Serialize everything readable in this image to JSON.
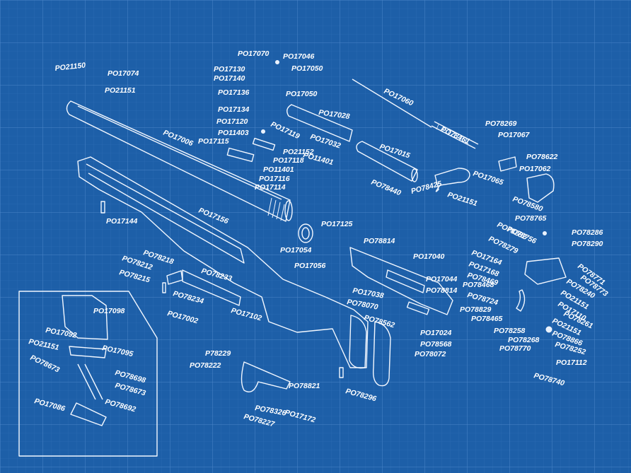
{
  "diagram": {
    "background_color": "#1d5fa8",
    "grid_color": "#3f7fc4",
    "line_color": "#ffffff",
    "labels": [
      {
        "id": "l1",
        "text": "PO17074"
      },
      {
        "id": "l2",
        "text": "PO21150"
      },
      {
        "id": "l3",
        "text": "PO21151"
      },
      {
        "id": "l4",
        "text": "PO17046"
      },
      {
        "id": "l5",
        "text": "PO17070"
      },
      {
        "id": "l6",
        "text": "PO17050"
      },
      {
        "id": "l7",
        "text": "PO17130"
      },
      {
        "id": "l8",
        "text": "PO17140"
      },
      {
        "id": "l9",
        "text": "PO17136"
      },
      {
        "id": "l10",
        "text": "PO17050"
      },
      {
        "id": "l11",
        "text": "PO17134"
      },
      {
        "id": "l12",
        "text": "PO17028"
      },
      {
        "id": "l13",
        "text": "PO17120"
      },
      {
        "id": "l14",
        "text": "PO17119"
      },
      {
        "id": "l15",
        "text": "PO11403"
      },
      {
        "id": "l16",
        "text": "PO17032"
      },
      {
        "id": "l17",
        "text": "PO17006"
      },
      {
        "id": "l18",
        "text": "PO17115"
      },
      {
        "id": "l19",
        "text": "PO11401"
      },
      {
        "id": "l20",
        "text": "PO21152"
      },
      {
        "id": "l21",
        "text": "PO17118"
      },
      {
        "id": "l22",
        "text": "PO11401"
      },
      {
        "id": "l23",
        "text": "PO17116"
      },
      {
        "id": "l24",
        "text": "PO17114"
      },
      {
        "id": "l25",
        "text": "PO17060"
      },
      {
        "id": "l26",
        "text": "PO78269"
      },
      {
        "id": "l27",
        "text": "PO78461"
      },
      {
        "id": "l28",
        "text": "PO17067"
      },
      {
        "id": "l29",
        "text": "PO17015"
      },
      {
        "id": "l30",
        "text": "PO78622"
      },
      {
        "id": "l31",
        "text": "PO17062"
      },
      {
        "id": "l32",
        "text": "PO17065"
      },
      {
        "id": "l33",
        "text": "PO78440"
      },
      {
        "id": "l34",
        "text": "PO78425"
      },
      {
        "id": "l35",
        "text": "PO21151"
      },
      {
        "id": "l36",
        "text": "PO78580"
      },
      {
        "id": "l37",
        "text": "PO17144"
      },
      {
        "id": "l38",
        "text": "PO17156"
      },
      {
        "id": "l39",
        "text": "PO17125"
      },
      {
        "id": "l40",
        "text": "PO17054"
      },
      {
        "id": "l41",
        "text": "PO17056"
      },
      {
        "id": "l42",
        "text": "PO78814"
      },
      {
        "id": "l43",
        "text": "PO78218"
      },
      {
        "id": "l44",
        "text": "PO78212"
      },
      {
        "id": "l45",
        "text": "PO78233"
      },
      {
        "id": "l46",
        "text": "PO78215"
      },
      {
        "id": "l47",
        "text": "PO78234"
      },
      {
        "id": "l48",
        "text": "PO17002"
      },
      {
        "id": "l49",
        "text": "PO17102"
      },
      {
        "id": "l50",
        "text": "PO17040"
      },
      {
        "id": "l51",
        "text": "PO17044"
      },
      {
        "id": "l52",
        "text": "PO78814"
      },
      {
        "id": "l53",
        "text": "PO17038"
      },
      {
        "id": "l54",
        "text": "PO78070"
      },
      {
        "id": "l55",
        "text": "PO78562"
      },
      {
        "id": "l56",
        "text": "PO17024"
      },
      {
        "id": "l57",
        "text": "PO78568"
      },
      {
        "id": "l58",
        "text": "PO78072"
      },
      {
        "id": "l59",
        "text": "PO78765"
      },
      {
        "id": "l60",
        "text": "PO78756"
      },
      {
        "id": "l61",
        "text": "PO78282"
      },
      {
        "id": "l62",
        "text": "PO78286"
      },
      {
        "id": "l63",
        "text": "PO78290"
      },
      {
        "id": "l64",
        "text": "PO17164"
      },
      {
        "id": "l65",
        "text": "PO17168"
      },
      {
        "id": "l66",
        "text": "PO78468"
      },
      {
        "id": "l67",
        "text": "PO78469"
      },
      {
        "id": "l68",
        "text": "PO78771"
      },
      {
        "id": "l69",
        "text": "PO78773"
      },
      {
        "id": "l70",
        "text": "PO78240"
      },
      {
        "id": "l71",
        "text": "PO21151"
      },
      {
        "id": "l72",
        "text": "PO17110"
      },
      {
        "id": "l73",
        "text": "PO78261"
      },
      {
        "id": "l74",
        "text": "PO21151"
      },
      {
        "id": "l75",
        "text": "PO78724"
      },
      {
        "id": "l76",
        "text": "PO78829"
      },
      {
        "id": "l77",
        "text": "PO78465"
      },
      {
        "id": "l78",
        "text": "PO78866"
      },
      {
        "id": "l79",
        "text": "PO78258"
      },
      {
        "id": "l80",
        "text": "PO78268"
      },
      {
        "id": "l81",
        "text": "PO78252"
      },
      {
        "id": "l82",
        "text": "PO78770"
      },
      {
        "id": "l83",
        "text": "PO17112"
      },
      {
        "id": "l84",
        "text": "PO78740"
      },
      {
        "id": "l85",
        "text": "PO17098"
      },
      {
        "id": "l86",
        "text": "PO17092"
      },
      {
        "id": "l87",
        "text": "PO21151"
      },
      {
        "id": "l88",
        "text": "PO17095"
      },
      {
        "id": "l89",
        "text": "PO78673"
      },
      {
        "id": "l90",
        "text": "PO78698"
      },
      {
        "id": "l91",
        "text": "PO78673"
      },
      {
        "id": "l92",
        "text": "PO17086"
      },
      {
        "id": "l93",
        "text": "PO78692"
      },
      {
        "id": "l94",
        "text": "P78229"
      },
      {
        "id": "l95",
        "text": "PO78222"
      },
      {
        "id": "l96",
        "text": "PO78821"
      },
      {
        "id": "l97",
        "text": "PO78326"
      },
      {
        "id": "l98",
        "text": "PO17172"
      },
      {
        "id": "l99",
        "text": "PO78227"
      },
      {
        "id": "l100",
        "text": "PO78296"
      },
      {
        "id": "l101",
        "text": "PO78279"
      }
    ]
  }
}
